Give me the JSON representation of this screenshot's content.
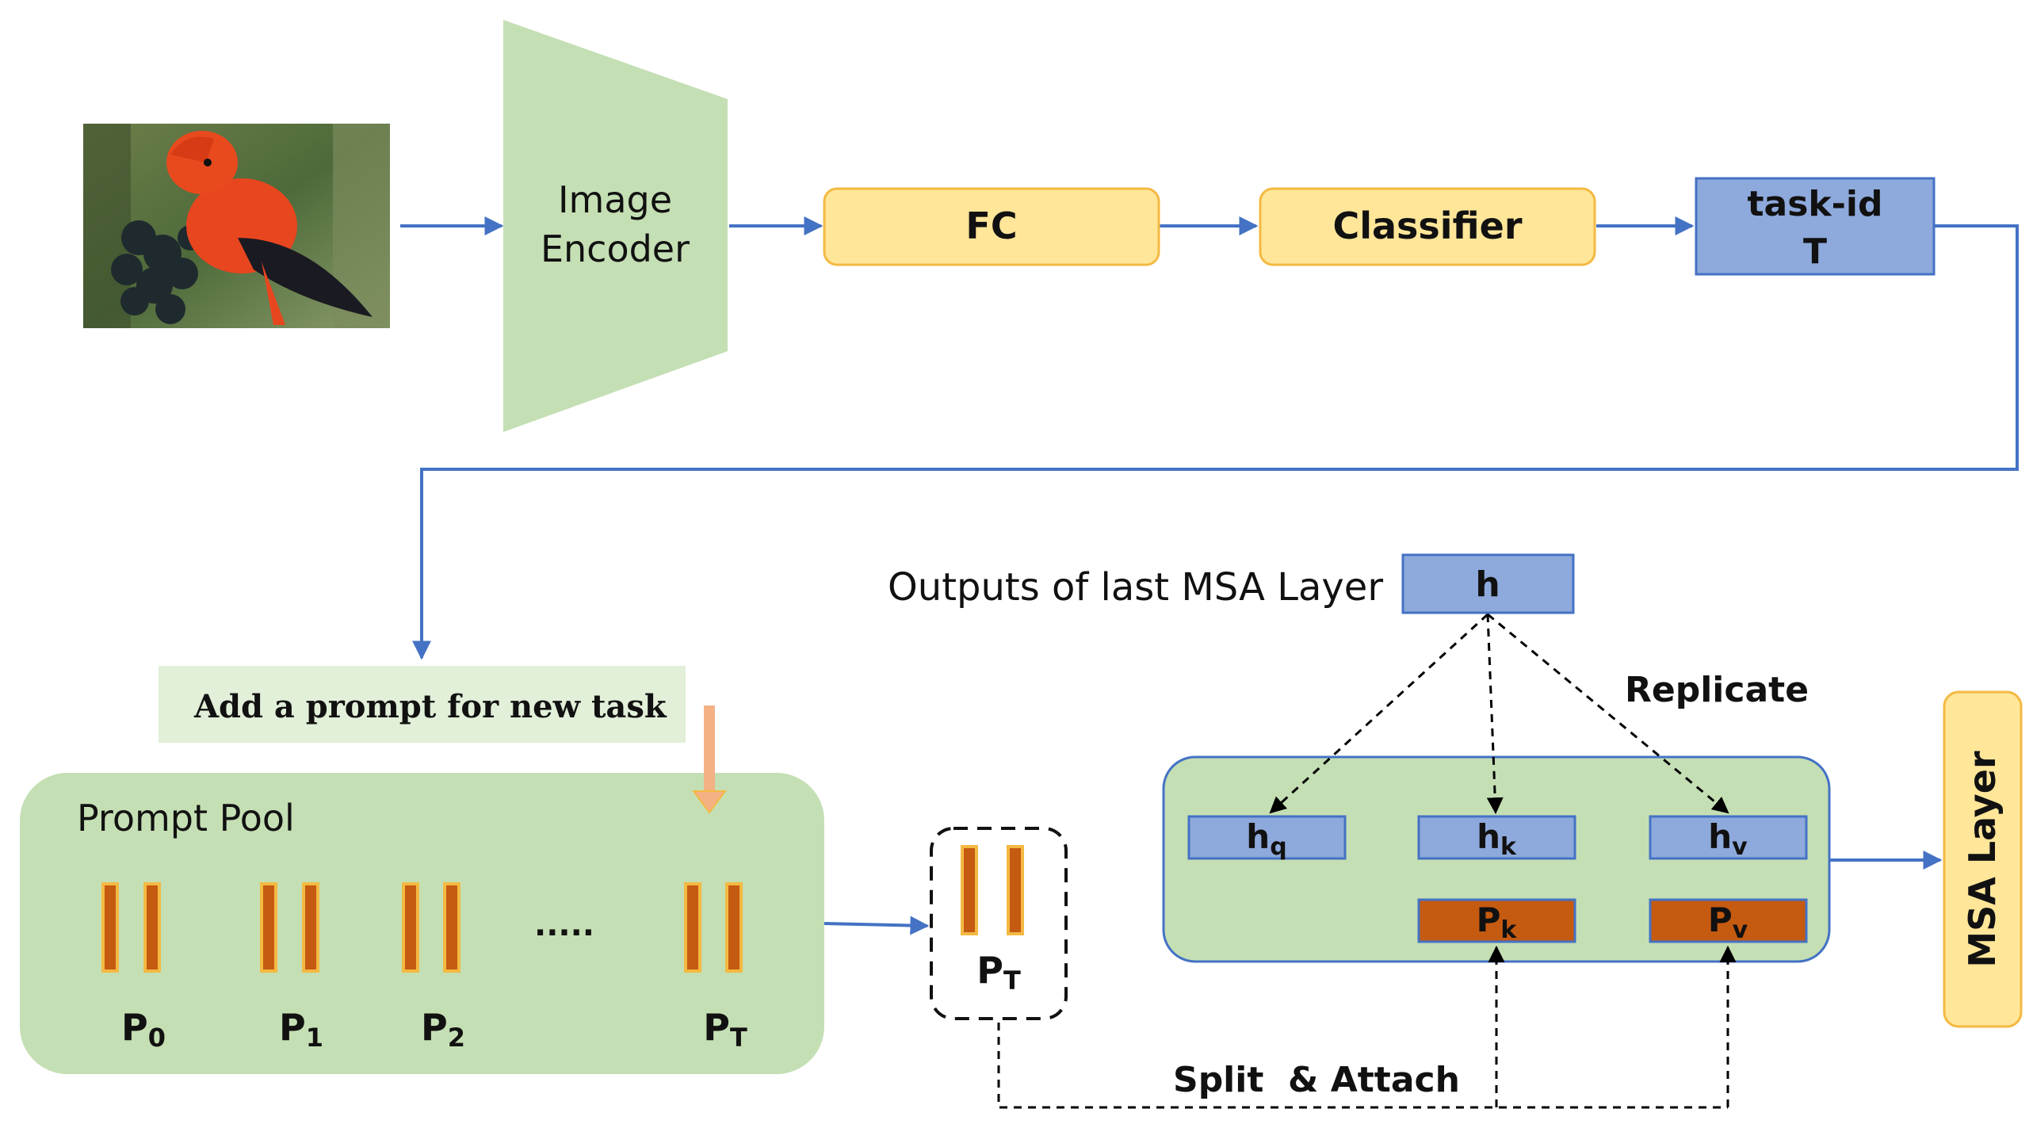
{
  "encoder": {
    "line1": "Image",
    "line2": "Encoder"
  },
  "fc": {
    "label": "FC"
  },
  "classifier": {
    "label": "Classifier"
  },
  "task_id": {
    "line1": "task-id",
    "line2": "T"
  },
  "add_prompt": {
    "label": "Add a prompt for new task"
  },
  "prompt_pool": {
    "title": "Prompt Pool",
    "ellipsis": ".....",
    "prompts": [
      {
        "base": "P",
        "sub": "0"
      },
      {
        "base": "P",
        "sub": "1"
      },
      {
        "base": "P",
        "sub": "2"
      },
      {
        "base": "P",
        "sub": "T"
      }
    ]
  },
  "selected_prompt": {
    "base": "P",
    "sub": "T"
  },
  "msa_outputs": {
    "label": "Outputs of last MSA Layer",
    "h": "h"
  },
  "replicate": {
    "label": "Replicate"
  },
  "heads": [
    {
      "base": "h",
      "sub": "q"
    },
    {
      "base": "h",
      "sub": "k"
    },
    {
      "base": "h",
      "sub": "v"
    }
  ],
  "prompt_parts": [
    {
      "base": "P",
      "sub": "k"
    },
    {
      "base": "P",
      "sub": "v"
    }
  ],
  "split_attach": {
    "label": "Split  & Attach"
  },
  "msa_layer": {
    "label": "MSA Layer"
  },
  "colors": {
    "blue_arrow": "#4472C4",
    "green_fill": "#C5DFB4",
    "yellow_fill": "#FFE699",
    "yellow_stroke": "#F4B942",
    "blue_box": "#8EA9DB",
    "rust_box": "#C55A11",
    "orange_bar": "#C55A11",
    "arrow_orange": "#F4B183"
  }
}
